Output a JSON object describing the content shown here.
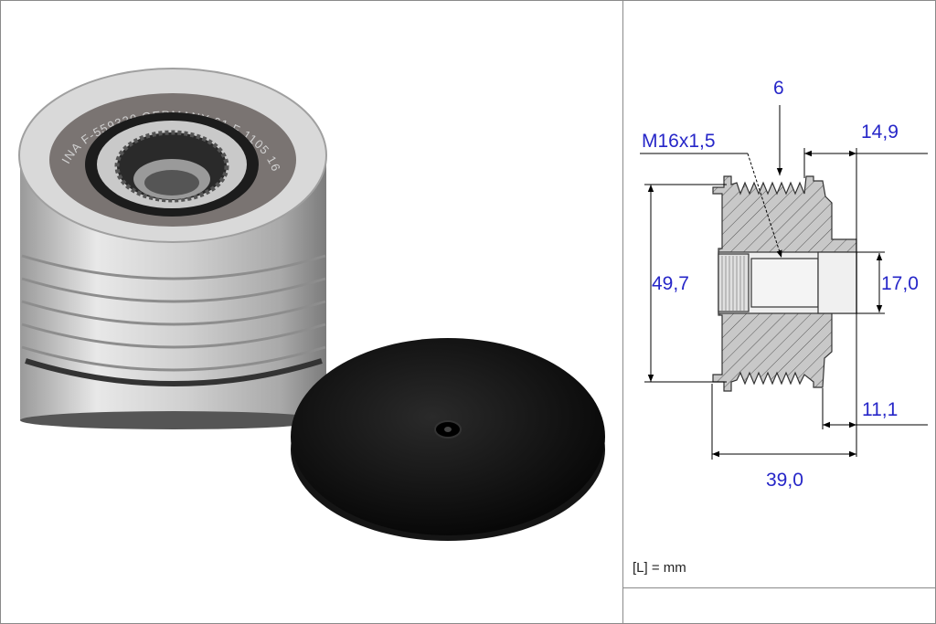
{
  "photo": {
    "engraving": "INA F-559320 GERMANY 61 F 1105 16"
  },
  "diagram": {
    "labels": {
      "groove_count": "6",
      "thread": "M16x1,5",
      "dim_top_right": "14,9",
      "outer_diameter": "49,7",
      "bore_diameter": "17,0",
      "dim_bottom_right": "11,1",
      "overall_length": "39,0"
    },
    "units_note": "[L] = mm",
    "colors": {
      "dimension_text": "#2626c8",
      "section_fill": "#c8c8c8"
    }
  }
}
